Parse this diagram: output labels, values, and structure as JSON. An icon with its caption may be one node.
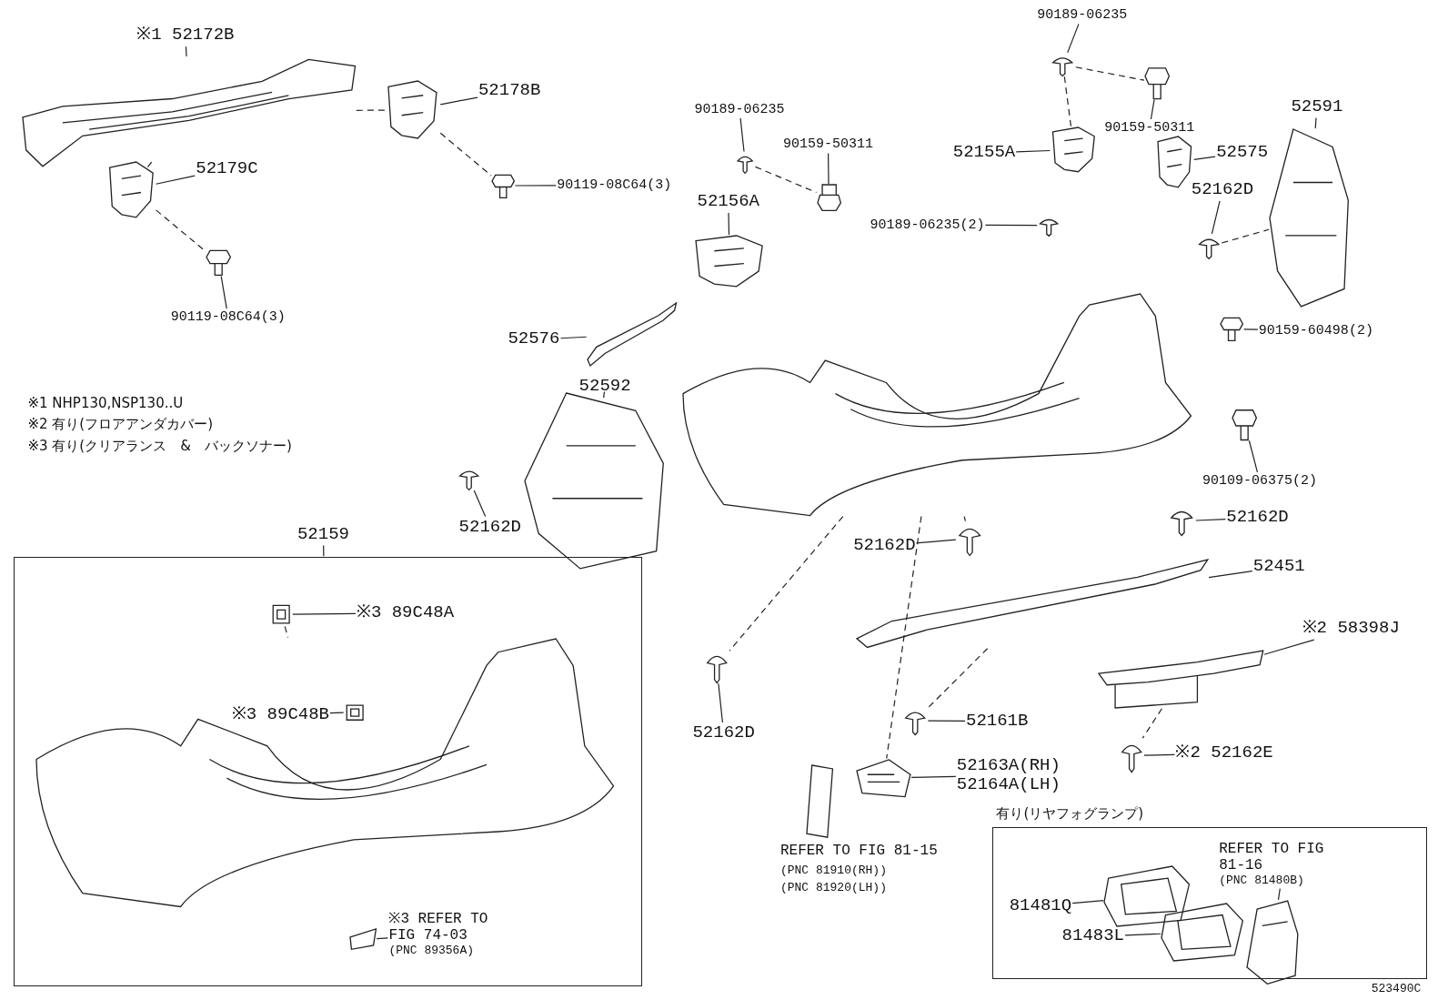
{
  "diagram": {
    "nodes": [
      {
        "text": [
          "※1 52172B"
        ]
      },
      {
        "text": [],
        "shape": "picture"
      },
      {
        "text": [
          "52178B"
        ]
      },
      {
        "text": [],
        "shape": "picture"
      },
      {
        "text": [
          "52179C"
        ]
      },
      {
        "text": [],
        "shape": "picture"
      },
      {
        "text": [
          "90119-08C64(3)"
        ]
      },
      {
        "text": [],
        "shape": "picture"
      },
      {
        "text": [
          "90119-08C64(3)"
        ]
      },
      {
        "text": [],
        "shape": "picture"
      },
      {
        "text": [
          "90189-06235"
        ]
      },
      {
        "text": [],
        "shape": "picture"
      },
      {
        "text": [
          "90159-50311"
        ]
      },
      {
        "text": [],
        "shape": "picture"
      },
      {
        "text": [
          "52156A"
        ]
      },
      {
        "text": [],
        "shape": "picture"
      },
      {
        "text": [
          "52576"
        ]
      },
      {
        "text": [],
        "shape": "picture"
      },
      {
        "text": [
          "52592"
        ]
      },
      {
        "text": [],
        "shape": "picture"
      },
      {
        "text": [
          "52162D"
        ]
      },
      {
        "text": [],
        "shape": "picture"
      },
      {
        "text": [
          "90189-06235"
        ]
      },
      {
        "text": [],
        "shape": "picture"
      },
      {
        "text": [
          "90159-50311"
        ]
      },
      {
        "text": [],
        "shape": "picture"
      },
      {
        "text": [
          "52155A"
        ]
      },
      {
        "text": [],
        "shape": "picture"
      },
      {
        "text": [
          "52575"
        ]
      },
      {
        "text": [],
        "shape": "picture"
      },
      {
        "text": [
          "52591"
        ]
      },
      {
        "text": [],
        "shape": "picture"
      },
      {
        "text": [
          "52162D"
        ]
      },
      {
        "text": [],
        "shape": "picture"
      },
      {
        "text": [
          "90189-06235(2)"
        ]
      },
      {
        "text": [],
        "shape": "picture"
      },
      {
        "text": [],
        "shape": "picture"
      },
      {
        "text": [
          "90159-60498(2)"
        ]
      },
      {
        "text": [],
        "shape": "picture"
      },
      {
        "text": [
          "90109-06375(2)"
        ]
      },
      {
        "text": [],
        "shape": "picture"
      },
      {
        "text": [
          "52162D"
        ]
      },
      {
        "text": [],
        "shape": "picture"
      },
      {
        "text": [
          "52162D"
        ]
      },
      {
        "text": [],
        "shape": "picture"
      },
      {
        "text": [
          "52451"
        ]
      },
      {
        "text": [],
        "shape": "picture"
      },
      {
        "text": [
          "※2 58398J"
        ]
      },
      {
        "text": [],
        "shape": "picture"
      },
      {
        "text": [
          "52161B"
        ]
      },
      {
        "text": [],
        "shape": "picture"
      },
      {
        "text": [
          "※2 52162E"
        ]
      },
      {
        "text": [],
        "shape": "picture"
      },
      {
        "text": [
          "52163A(RH)",
          "52164A(LH)"
        ]
      },
      {
        "text": [],
        "shape": "picture"
      },
      {
        "text": [
          "52162D"
        ]
      },
      {
        "text": [],
        "shape": "picture"
      },
      {
        "text": [
          "52159"
        ]
      },
      {
        "text": [],
        "shape": "box"
      },
      {
        "text": [
          "※3 89C48A"
        ],
        "in": 58
      },
      {
        "text": [],
        "shape": "picture",
        "in": 58
      },
      {
        "text": [
          "※3 89C48B"
        ],
        "in": 63
      },
      {
        "text": [],
        "shape": "picture",
        "in": 63
      },
      {
        "text": [],
        "shape": "picture",
        "in": 58
      },
      {
        "text": [
          "※3 REFER TO FIG 74-03",
          "(PNC 89356A)"
        ],
        "in": 58
      },
      {
        "text": [],
        "shape": "picture",
        "in": 58
      },
      {
        "text": [
          "有り(リヤフォグランプ)"
        ]
      },
      {
        "text": [
          "81481Q"
        ],
        "in": 66
      },
      {
        "text": [],
        "shape": "picture",
        "in": 66
      },
      {
        "text": [
          "81483L"
        ],
        "in": 66
      },
      {
        "text": [],
        "shape": "picture",
        "in": 66
      },
      {
        "text": [
          "REFER TO FIG 81-16",
          "(PNC 81480B)"
        ],
        "in": 66
      },
      {
        "text": [],
        "shape": "picture",
        "in": 66
      }
    ],
    "edges": [
      {
        "from": 0,
        "to": 1,
        "arrow": "none"
      },
      {
        "from": 2,
        "to": 3,
        "arrow": "none"
      },
      {
        "from": 4,
        "to": 5,
        "arrow": "none"
      },
      {
        "from": 6,
        "to": 7,
        "arrow": "none"
      },
      {
        "from": 8,
        "to": 9,
        "arrow": "none"
      },
      {
        "from": 10,
        "to": 11,
        "arrow": "none"
      },
      {
        "from": 12,
        "to": 13,
        "arrow": "none"
      },
      {
        "from": 14,
        "to": 15,
        "arrow": "none"
      },
      {
        "from": 16,
        "to": 17,
        "arrow": "none"
      },
      {
        "from": 18,
        "to": 19,
        "arrow": "none"
      },
      {
        "from": 20,
        "to": 21,
        "arrow": "none"
      },
      {
        "from": 22,
        "to": 23,
        "arrow": "none"
      },
      {
        "from": 24,
        "to": 25,
        "arrow": "none"
      },
      {
        "from": 26,
        "to": 27,
        "arrow": "none"
      },
      {
        "from": 28,
        "to": 29,
        "arrow": "none"
      },
      {
        "from": 30,
        "to": 31,
        "arrow": "none"
      },
      {
        "from": 32,
        "to": 33,
        "arrow": "none"
      },
      {
        "from": 34,
        "to": 35,
        "arrow": "none"
      },
      {
        "from": 37,
        "to": 38,
        "arrow": "none"
      },
      {
        "from": 39,
        "to": 40,
        "arrow": "none"
      },
      {
        "from": 41,
        "to": 42,
        "arrow": "none"
      },
      {
        "from": 43,
        "to": 44,
        "arrow": "none"
      },
      {
        "from": 45,
        "to": 46,
        "arrow": "none"
      },
      {
        "from": 47,
        "to": 48,
        "arrow": "none"
      },
      {
        "from": 49,
        "to": 50,
        "arrow": "none"
      },
      {
        "from": 51,
        "to": 52,
        "arrow": "none"
      },
      {
        "from": 53,
        "to": 54,
        "arrow": "none"
      },
      {
        "from": 55,
        "to": 56,
        "arrow": "none"
      },
      {
        "from": 57,
        "to": 58,
        "arrow": "none"
      },
      {
        "from": 59,
        "to": 60,
        "arrow": "none"
      },
      {
        "from": 61,
        "to": 62,
        "arrow": "none"
      },
      {
        "from": 64,
        "to": 65,
        "arrow": "none"
      },
      {
        "from": 67,
        "to": 68,
        "arrow": "none"
      },
      {
        "from": 69,
        "to": 70,
        "arrow": "none"
      },
      {
        "from": 71,
        "to": 72,
        "arrow": "none"
      },
      {
        "from": 1,
        "to": 3,
        "arrow": "none",
        "style": "dashed"
      },
      {
        "from": 1,
        "to": 5,
        "arrow": "none",
        "style": "dashed"
      },
      {
        "from": 3,
        "to": 7,
        "arrow": "none",
        "style": "dashed"
      },
      {
        "from": 5,
        "to": 9,
        "arrow": "none",
        "style": "dashed"
      },
      {
        "from": 11,
        "to": 13,
        "arrow": "none",
        "style": "dashed"
      },
      {
        "from": 23,
        "to": 25,
        "arrow": "none",
        "style": "dashed"
      },
      {
        "from": 23,
        "to": 27,
        "arrow": "none",
        "style": "dashed"
      },
      {
        "from": 33,
        "to": 31,
        "arrow": "none",
        "style": "dashed"
      },
      {
        "from": 36,
        "to": 56,
        "arrow": "none",
        "style": "dashed"
      },
      {
        "from": 36,
        "to": 54,
        "arrow": "none",
        "style": "dashed"
      },
      {
        "from": 36,
        "to": 44,
        "arrow": "none",
        "style": "dashed"
      },
      {
        "from": 46,
        "to": 50,
        "arrow": "none",
        "style": "dashed"
      },
      {
        "from": 48,
        "to": 52,
        "arrow": "none",
        "style": "dashed"
      },
      {
        "from": 60,
        "to": 63,
        "arrow": "none",
        "style": "dashed"
      }
    ],
    "labels": [
      "※1 NHP130,NSP130..U",
      "※2 有り(フロアアンダカバー)",
      "※3 有り(クリアランス　&　バックソナー)",
      "REFER TO FIG 81-15",
      "(PNC 81910(RH))",
      "(PNC 81920(LH))",
      "523490C"
    ]
  }
}
